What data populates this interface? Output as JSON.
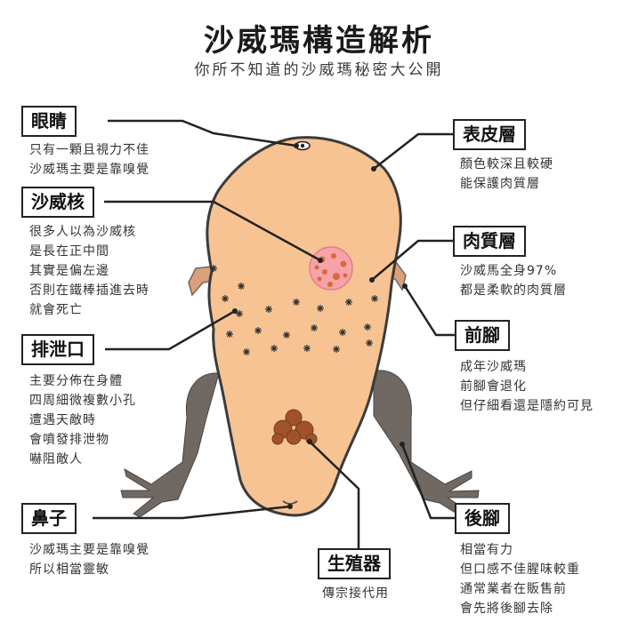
{
  "title": "沙威瑪構造解析",
  "subtitle": "你所不知道的沙威瑪秘密大公開",
  "colors": {
    "body": "#f7c393",
    "body_outline": "#3b3b3b",
    "legs": "#6f6863",
    "core_fill": "#f5a3a8",
    "core_spots": "#d96a3e",
    "pores": "#2f2f2f",
    "organ": "#a0522d",
    "leader": "#222222"
  },
  "callouts": {
    "eyes": {
      "label": "眼睛",
      "lines": [
        "只有一顆且視力不佳",
        "沙威瑪主要是靠嗅覺"
      ]
    },
    "core": {
      "label": "沙威核",
      "lines": [
        "很多人以為沙威核",
        "是長在正中間",
        "其實是偏左邊",
        "否則在鐵棒插進去時",
        "就會死亡"
      ]
    },
    "pores": {
      "label": "排泄口",
      "lines": [
        "主要分佈在身體",
        "四周細微複數小孔",
        "遭遇天敵時",
        "會噴發排泄物",
        "嚇阻敵人"
      ]
    },
    "nose": {
      "label": "鼻子",
      "lines": [
        "沙威瑪主要是靠嗅覺",
        "所以相當靈敏"
      ]
    },
    "reproductive": {
      "label": "生殖器",
      "lines": [
        "傳宗接代用"
      ]
    },
    "epidermis": {
      "label": "表皮層",
      "lines": [
        "顏色較深且較硬",
        "能保護肉質層"
      ]
    },
    "flesh": {
      "label": "肉質層",
      "lines": [
        "沙威馬全身97%",
        "都是柔軟的肉質層"
      ]
    },
    "front_legs": {
      "label": "前腳",
      "lines": [
        "成年沙威瑪",
        "前腳會退化",
        "但仔細看還是隱約可見"
      ]
    },
    "hind_legs": {
      "label": "後腳",
      "lines": [
        "相當有力",
        "但口感不佳腥味較重",
        "通常業者在販售前",
        "會先將後腳去除"
      ]
    }
  }
}
